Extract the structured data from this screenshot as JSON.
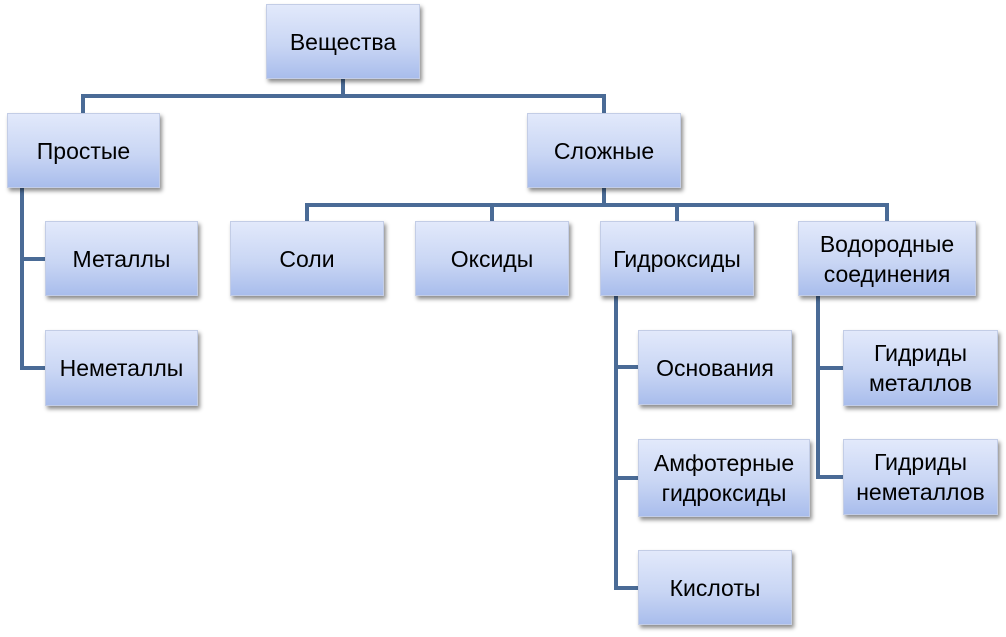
{
  "diagram": {
    "root": "Вещества",
    "simple": "Простые",
    "complex": "Сложные",
    "metals": "Металлы",
    "nonmetals": "Неметаллы",
    "salts": "Соли",
    "oxides": "Оксиды",
    "hydroxides": "Гидроксиды",
    "hydrogen_compounds": [
      "Водородные",
      "соединения"
    ],
    "bases": "Основания",
    "amphoteric_hydroxides": [
      "Амфотерные",
      "гидроксиды"
    ],
    "acids": "Кислоты",
    "metal_hydrides": [
      "Гидриды",
      "металлов"
    ],
    "nonmetal_hydrides": [
      "Гидриды",
      "неметаллов"
    ]
  },
  "colors": {
    "connector": "#4a6b96",
    "box_top": "#e2e9fb",
    "box_bottom": "#a9bdec",
    "box_border": "#c3cde6"
  }
}
